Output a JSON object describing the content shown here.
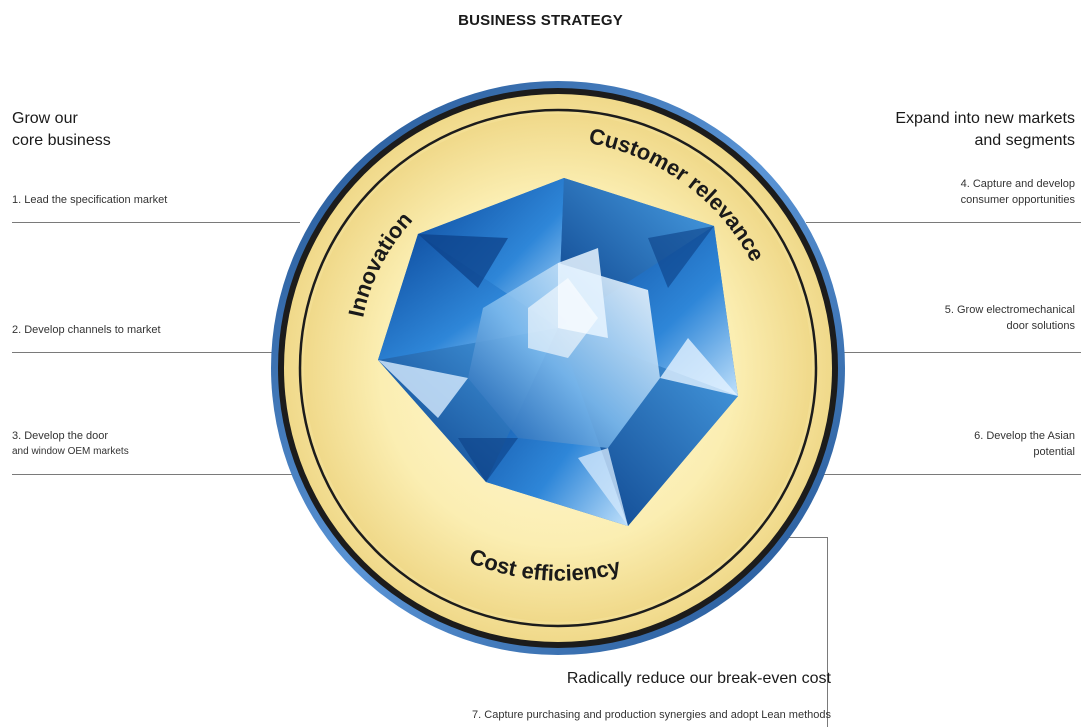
{
  "title": "BUSINESS STRATEGY",
  "left": {
    "heading_line1": "Grow our",
    "heading_line2": "core business",
    "items": [
      {
        "line1": "1. Lead the specification market",
        "line2": ""
      },
      {
        "line1": "2. Develop channels to market",
        "line2": ""
      },
      {
        "line1": "3. Develop the door",
        "line2": "and window OEM markets"
      }
    ]
  },
  "right": {
    "heading_line1": "Expand into new markets",
    "heading_line2": "and segments",
    "items": [
      {
        "line1": "4. Capture and develop",
        "line2": "consumer opportunities"
      },
      {
        "line1": "5. Grow electromechanical",
        "line2": "door solutions"
      },
      {
        "line1": "6. Develop the Asian",
        "line2": "potential"
      }
    ]
  },
  "bottom": {
    "heading": "Radically reduce our break-even cost",
    "item": "7. Capture purchasing and production synergies and adopt Lean methods"
  },
  "circle": {
    "label_top_left": "Innovation",
    "label_top_right": "Customer relevance",
    "label_bottom": "Cost efficiency"
  },
  "colors": {
    "ring_fill": "#fbeeb2",
    "ring_border": "#1c1c1c",
    "ring_blue": "#3b74b8",
    "gem_blue": "#2d7fd0"
  }
}
